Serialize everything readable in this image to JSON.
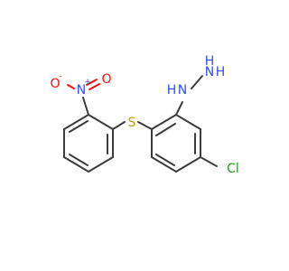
{
  "molecule": {
    "atoms": {
      "nitro_o_left": {
        "label": "O",
        "charge": "-",
        "color": "#ff0d0d"
      },
      "nitro_n": {
        "label": "N",
        "charge": "+",
        "color": "#3050f8"
      },
      "nitro_o_right": {
        "label": "O",
        "color": "#ff0d0d"
      },
      "sulfur": {
        "label": "S",
        "color": "#b9a40a"
      },
      "hydrazine_n1": {
        "label": "H",
        "color": "#3050f8"
      },
      "hydrazine_n1b": {
        "label": "N",
        "color": "#3050f8"
      },
      "hydrazine_n2": {
        "label": "N",
        "color": "#3050f8"
      },
      "hydrazine_n2h": {
        "label": "H",
        "color": "#3050f8"
      },
      "hydrazine_n2h2": {
        "label": "H",
        "color": "#3050f8"
      },
      "chlorine": {
        "label": "Cl",
        "color": "#1fa01f"
      }
    },
    "bond_color": "#3c3c3c"
  }
}
